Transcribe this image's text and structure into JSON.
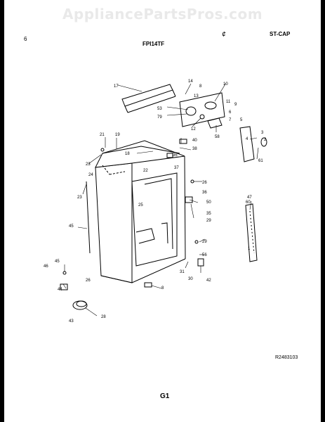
{
  "watermark": "AppliancePartsPros.com",
  "header": {
    "page_number": "6",
    "model": "FPI14TF",
    "handwritten_mark": "¢",
    "section_code": "ST-CAP"
  },
  "footer": {
    "diagram_code": "R2483103",
    "page_label": "G1"
  },
  "callouts": [
    "17",
    "14",
    "8",
    "13",
    "10",
    "11",
    "9",
    "6",
    "7",
    "5",
    "53",
    "79",
    "12",
    "58",
    "4",
    "3",
    "2",
    "61",
    "21",
    "19",
    "40",
    "18",
    "36",
    "38",
    "23",
    "22",
    "24",
    "37",
    "26",
    "36",
    "25",
    "50",
    "35",
    "29",
    "23",
    "47",
    "60",
    "45",
    "1",
    "29",
    "56",
    "31",
    "30",
    "42",
    "45",
    "46",
    "44",
    "26",
    "8",
    "43",
    "28"
  ]
}
